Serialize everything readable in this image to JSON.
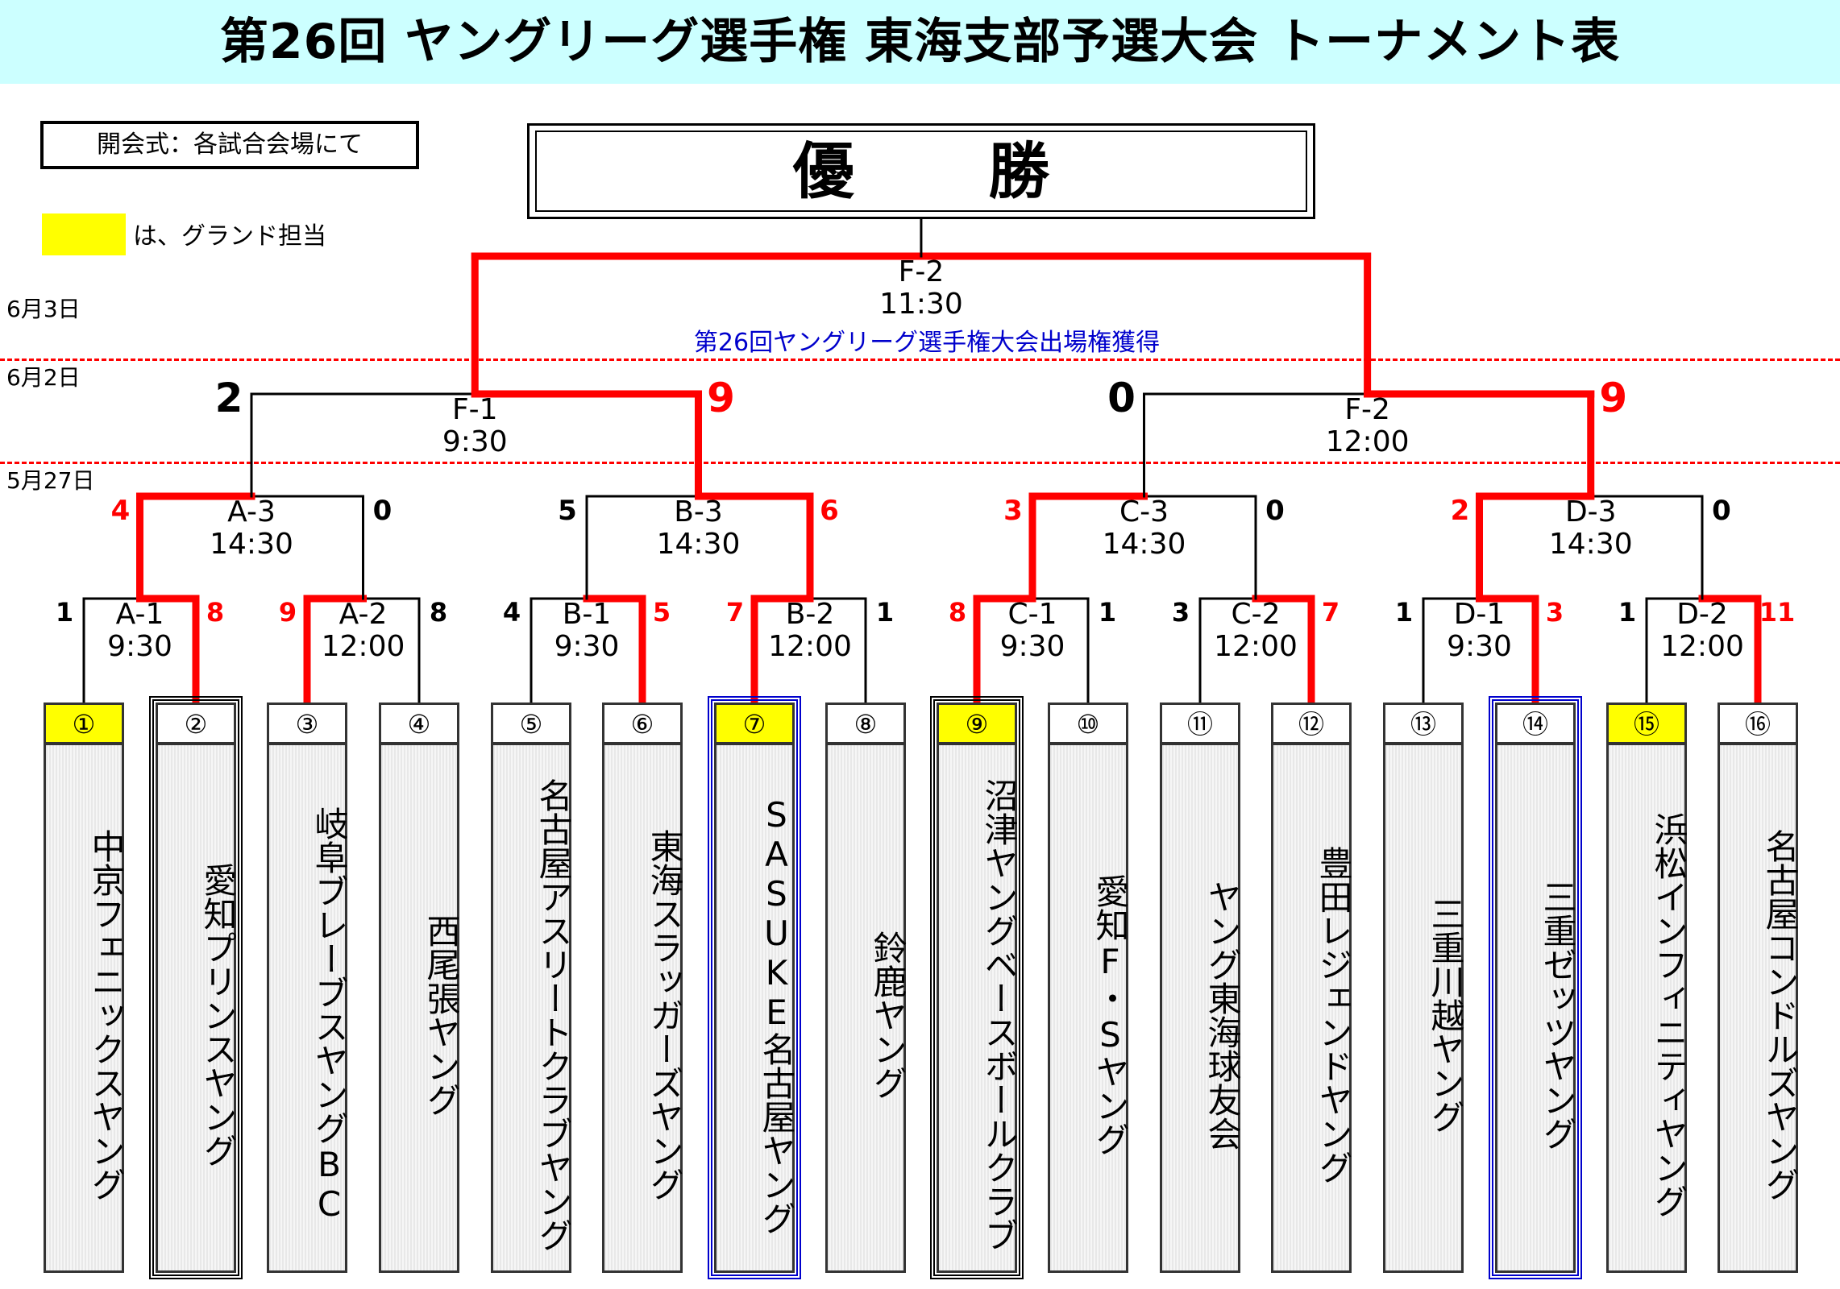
{
  "header": {
    "title": "第26回 ヤングリーグ選手権 東海支部予選大会 トーナメント表"
  },
  "notes": {
    "opening": "開会式：各試合会場にて",
    "legend": "は、グランド担当",
    "legend_color": "#ffff00"
  },
  "champion": {
    "label": "優 勝"
  },
  "dates": {
    "final": "6月3日",
    "semi": "6月2日",
    "early": "5月27日"
  },
  "final": {
    "label": "F-2\n11:30",
    "note": "第26回ヤングリーグ選手権大会出場権獲得"
  },
  "semis": [
    {
      "label": "F-1\n9:30",
      "left": "2",
      "right": "9"
    },
    {
      "label": "F-2\n12:00",
      "left": "0",
      "right": "9"
    }
  ],
  "quarters": [
    {
      "label": "A-3\n14:30",
      "left": "4",
      "right": "0"
    },
    {
      "label": "B-3\n14:30",
      "left": "5",
      "right": "6"
    },
    {
      "label": "C-3\n14:30",
      "left": "3",
      "right": "0"
    },
    {
      "label": "D-3\n14:30",
      "left": "2",
      "right": "0"
    }
  ],
  "first_round": [
    {
      "label": "A-1\n9:30",
      "left": "1",
      "right": "8"
    },
    {
      "label": "A-2\n12:00",
      "left": "9",
      "right": "8"
    },
    {
      "label": "B-1\n9:30",
      "left": "4",
      "right": "5"
    },
    {
      "label": "B-2\n12:00",
      "left": "7",
      "right": "1"
    },
    {
      "label": "C-1\n9:30",
      "left": "8",
      "right": "1"
    },
    {
      "label": "C-2\n12:00",
      "left": "3",
      "right": "7"
    },
    {
      "label": "D-1\n9:30",
      "left": "1",
      "right": "3"
    },
    {
      "label": "D-2\n12:00",
      "left": "1",
      "right": "11"
    }
  ],
  "teams": [
    {
      "num": "①",
      "name": "中京フェニックスヤング",
      "ground": true
    },
    {
      "num": "②",
      "name": "愛知プリンスヤング"
    },
    {
      "num": "③",
      "name": "岐阜ブレーブスヤングBC"
    },
    {
      "num": "④",
      "name": "西尾張ヤング"
    },
    {
      "num": "⑤",
      "name": "名古屋アスリートクラブヤング"
    },
    {
      "num": "⑥",
      "name": "東海スラッガーズヤング"
    },
    {
      "num": "⑦",
      "name": "SASUKE名古屋ヤング",
      "ground": true
    },
    {
      "num": "⑧",
      "name": "鈴鹿ヤング"
    },
    {
      "num": "⑨",
      "name": "沼津ヤングベースボールクラブ",
      "ground": true
    },
    {
      "num": "⑩",
      "name": "愛知F・Sヤング"
    },
    {
      "num": "⑪",
      "name": "ヤング東海球友会"
    },
    {
      "num": "⑫",
      "name": "豊田レジェンドヤング"
    },
    {
      "num": "⑬",
      "name": "三重川越ヤング"
    },
    {
      "num": "⑭",
      "name": "三重ゼッツヤング"
    },
    {
      "num": "⑮",
      "name": "浜松インフィニティヤング",
      "ground": true
    },
    {
      "num": "⑯",
      "name": "名古屋コンドルズヤング"
    }
  ],
  "colors": {
    "win_line": "#ff0000",
    "line": "#000000",
    "highlight_blue": "#0000cc",
    "title_bg": "#ccffff"
  }
}
